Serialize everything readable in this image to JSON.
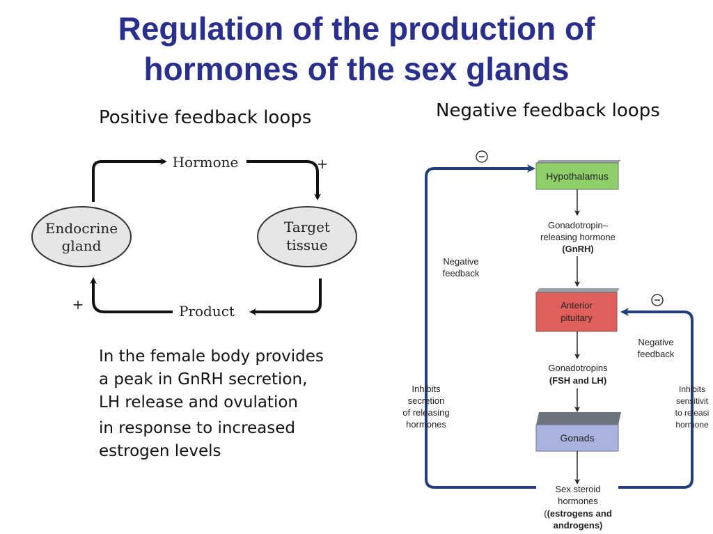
{
  "title": {
    "line1": "Regulation of the production of",
    "line2": "hormones of the sex glands"
  },
  "positive": {
    "heading": "Positive feedback loops",
    "gland_line1": "Endocrine",
    "gland_line2": "gland",
    "target_line1": "Target",
    "target_line2": "tissue",
    "hormone": "Hormone",
    "product": "Product",
    "plus": "+",
    "description_p1": [
      "In the female body provides",
      "a peak in GnRH secretion,",
      "LH release and ovulation"
    ],
    "description_p2": [
      "in response to increased",
      "estrogen levels"
    ]
  },
  "negative": {
    "heading": "Negative feedback loops",
    "minus": "−",
    "hypothalamus": "Hypothalamus",
    "gnrh_line1": "Gonadotropin–",
    "gnrh_line2": "releasing hormone",
    "gnrh_line3": "(GnRH)",
    "pituitary_line1": "Anterior",
    "pituitary_line2": "pituitary",
    "gonadotropins_line1": "Gonadotropins",
    "gonadotropins_line2": "(FSH and LH)",
    "gonads": "Gonads",
    "steroid_line1": "Sex steroid",
    "steroid_line2": "hormones",
    "steroid_line3": "(estrogens and",
    "steroid_line4": "androgens)",
    "neg_left_line1": "Negative",
    "neg_left_line2": "feedback",
    "neg_right_line1": "Negative",
    "neg_right_line2": "feedback",
    "inhibits_left": [
      "Inhibits",
      "secretion",
      "of releasing",
      "hormones"
    ],
    "inhibits_right": [
      "Inhibits",
      "sensitivit",
      "to releasi",
      "hormone"
    ]
  },
  "colors": {
    "title": "#2b2f8c",
    "hypothalamus": "#8fcf6a",
    "pituitary": "#e0615c",
    "gonads": "#aab3de",
    "feedback_line": "#233f7a",
    "ellipse": "#e6e6e6"
  }
}
